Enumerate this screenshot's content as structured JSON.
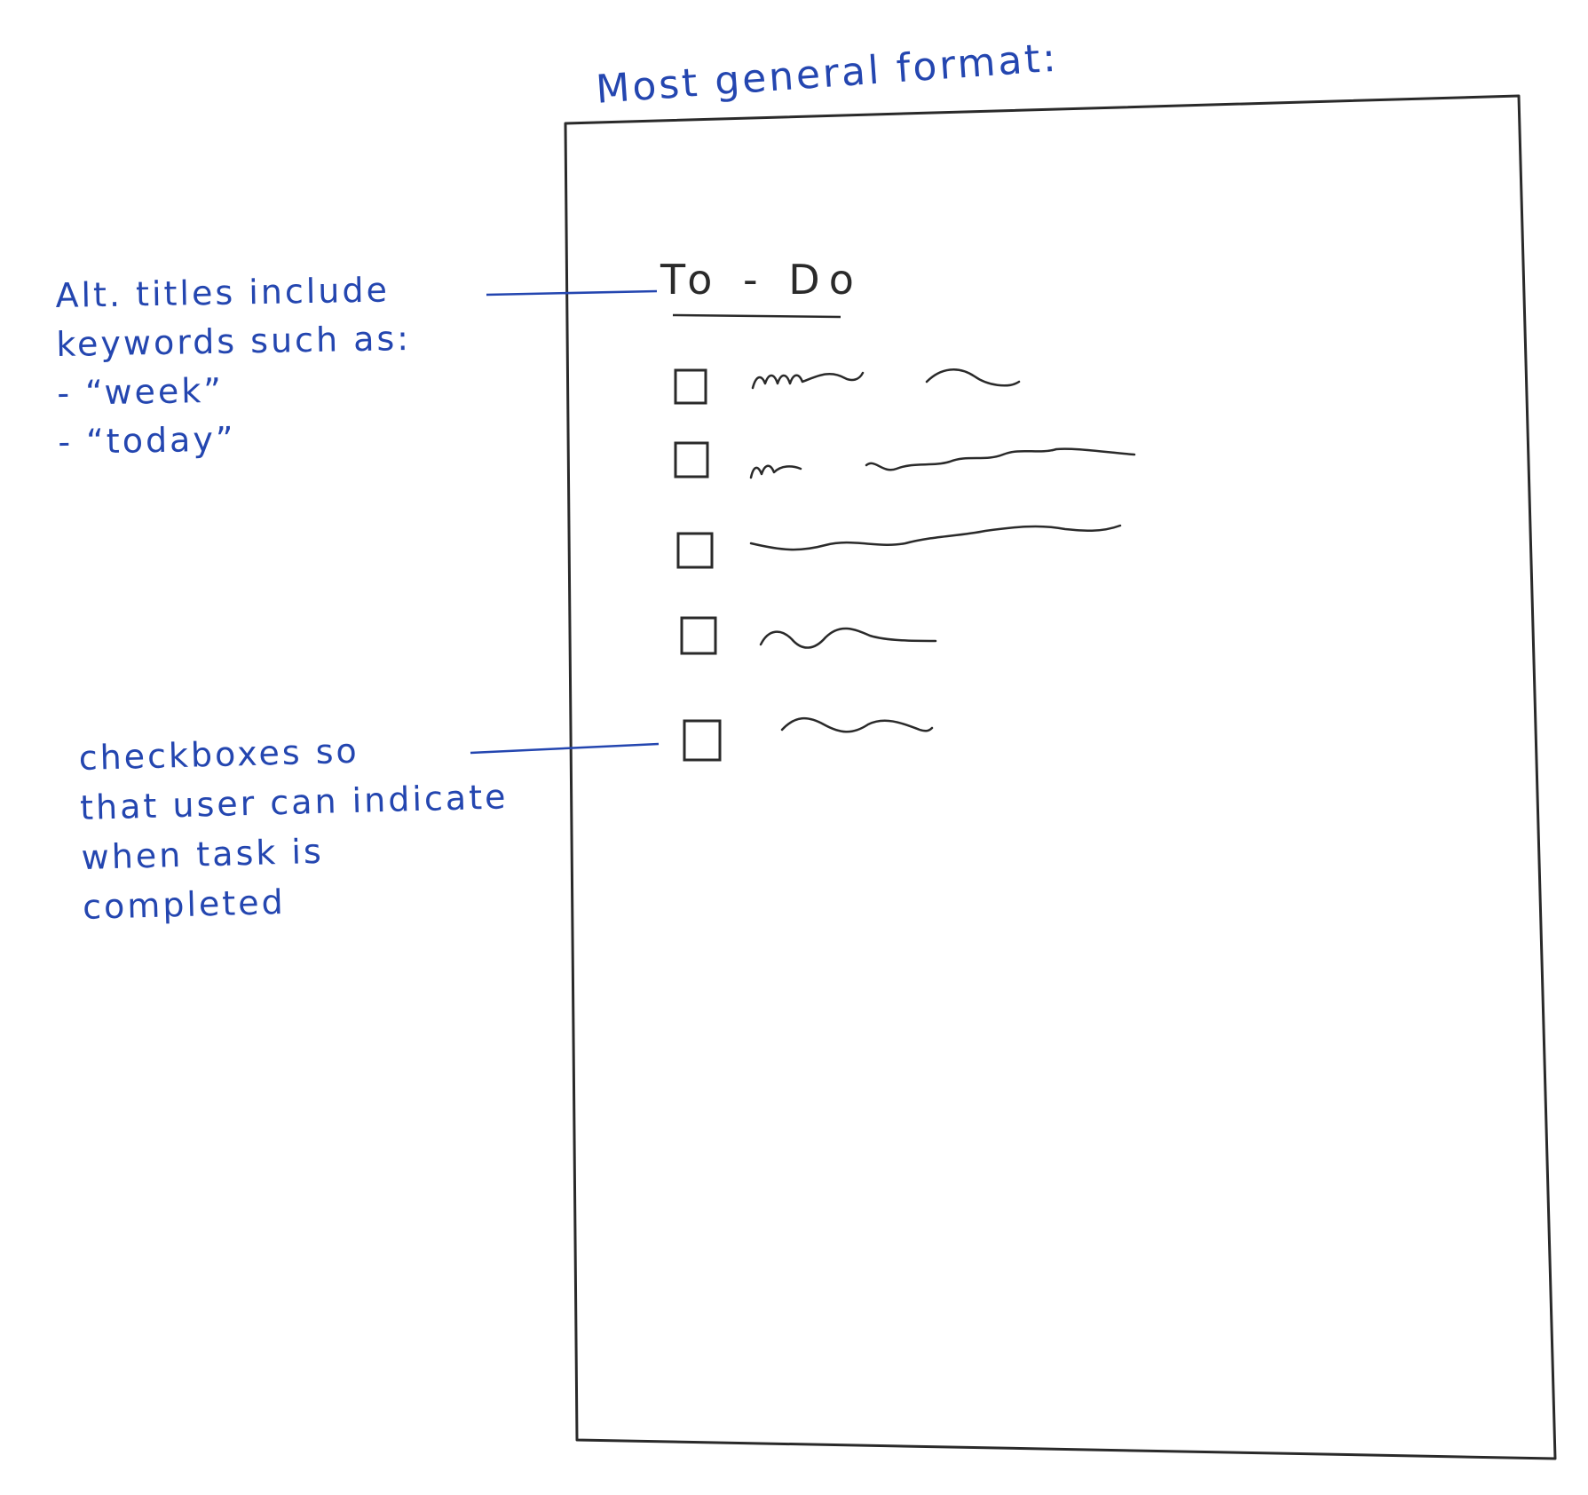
{
  "heading": "Most general format:",
  "titles_note": {
    "lines": [
      "Alt. titles include",
      "keywords such as:"
    ],
    "keywords": [
      "- “week”",
      "- “today”"
    ]
  },
  "checkbox_note": {
    "lines": [
      "checkboxes so",
      "that user can indicate",
      "when task is",
      "completed"
    ]
  },
  "mockup": {
    "title": "To - Do",
    "item_count": 5
  },
  "colors": {
    "annotation": "#2446b0",
    "pencil": "#2a2a2a"
  }
}
